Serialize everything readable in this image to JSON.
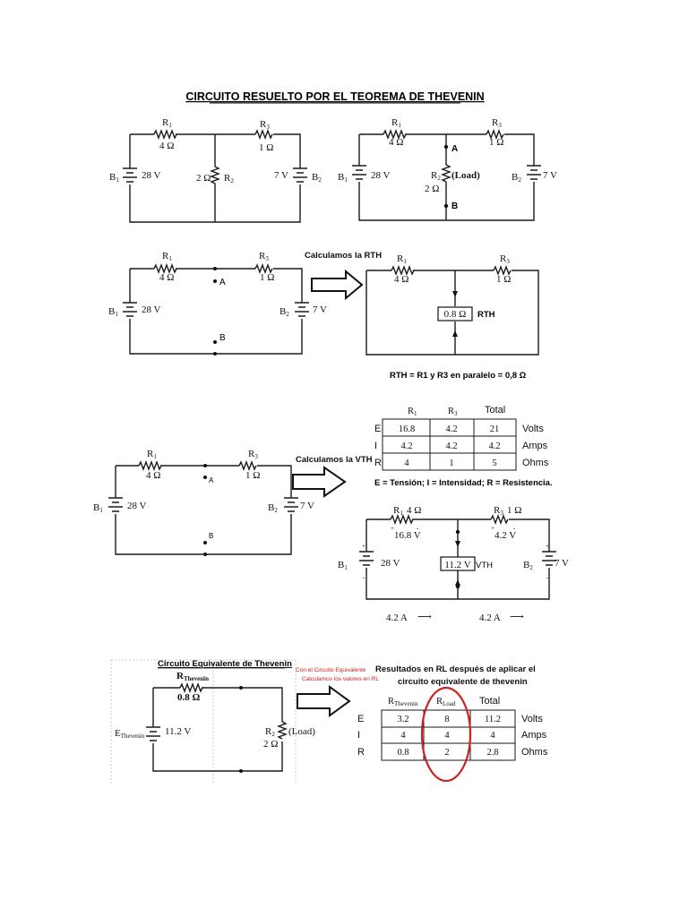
{
  "title": "CIRCUITO RESUELTO POR EL TEOREMA DE THEVENIN",
  "labels": {
    "R1": "R",
    "R1_sub": "1",
    "R2": "R",
    "R2_sub": "2",
    "R3": "R",
    "R3_sub": "3",
    "B1": "B",
    "B1_sub": "1",
    "B2": "B",
    "B2_sub": "2",
    "r1_val": "4 Ω",
    "r3_val": "1 Ω",
    "r2_val": "2 Ω",
    "b1_val": "28 V",
    "b2_val": "7 V",
    "load": "(Load)",
    "node_a": "A",
    "node_b": "B",
    "plus": "+",
    "minus": "-"
  },
  "section2": {
    "heading": "Calculamos la RTH",
    "rth_box": "0.8 Ω",
    "rth_label": "RTH",
    "rth_formula": "RTH = R1 y R3 en paralelo = 0,8 Ω"
  },
  "section3": {
    "heading": "Calculamos la VTH",
    "legend": "E = Tensión; I = Intensidad; R = Resistencia.",
    "table": {
      "headers": [
        "R1",
        "R3",
        "Total"
      ],
      "rows": [
        {
          "key": "E",
          "values": [
            "16.8",
            "4.2",
            "21"
          ],
          "unit": "Volts"
        },
        {
          "key": "I",
          "values": [
            "4.2",
            "4.2",
            "4.2"
          ],
          "unit": "Amps"
        },
        {
          "key": "R",
          "values": [
            "4",
            "1",
            "5"
          ],
          "unit": "Ohms"
        }
      ]
    },
    "r1_combo": "4 Ω",
    "r3_combo": "1 Ω",
    "v_r1": "16.8 V",
    "v_r3": "4.2 V",
    "vth_box": "11.2 V",
    "vth_label": "VTH",
    "current_left": "4.2 A",
    "current_right": "4.2 A",
    "arrow": "⟶"
  },
  "section4": {
    "heading": "Circuito Equivalente de Thevenin",
    "r_thevenin": "R",
    "r_thevenin_sub": "Thevenin",
    "r_thevenin_val": "0.8 Ω",
    "e_thevenin": "E",
    "e_thevenin_sub": "Thevenin",
    "e_thevenin_val": "11.2 V",
    "note_line1": "Con el Circuito Equivalente",
    "note_line2": "Calculamos los valores en RL",
    "results_line1": "Resultados en RL después de aplicar el",
    "results_line2": "circuito equivalente de thevenin",
    "table": {
      "headers": [
        "RThevenin",
        "RLoad",
        "Total"
      ],
      "rows": [
        {
          "key": "E",
          "values": [
            "3.2",
            "8",
            "11.2"
          ],
          "unit": "Volts"
        },
        {
          "key": "I",
          "values": [
            "4",
            "4",
            "4"
          ],
          "unit": "Amps"
        },
        {
          "key": "R",
          "values": [
            "0.8",
            "2",
            "2.8"
          ],
          "unit": "Ohms"
        }
      ]
    }
  },
  "colors": {
    "ink": "#1a1a1a",
    "highlight": "#cc2222"
  }
}
